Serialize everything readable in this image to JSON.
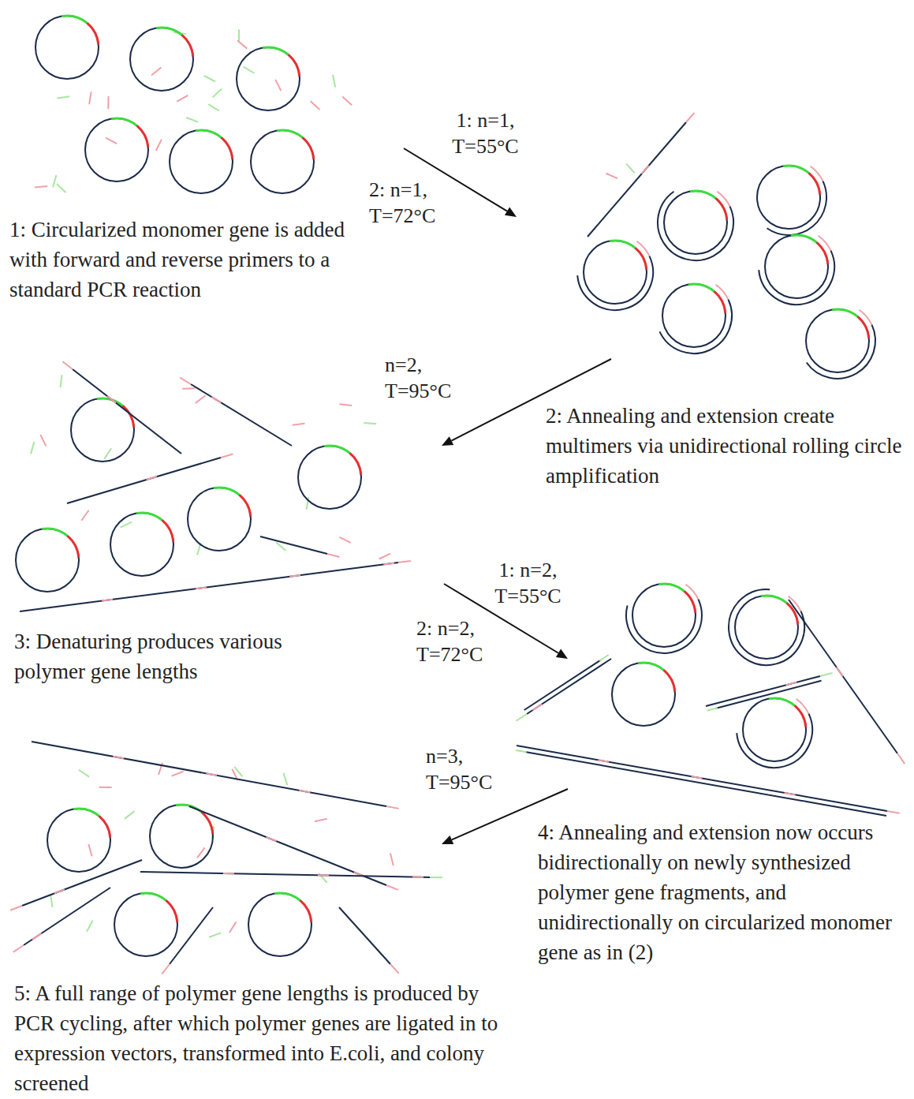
{
  "diagram": {
    "labels": [
      "1: Circularized monomer gene is added with forward and reverse primers to a standard PCR reaction",
      "1: n=1, T=55°C",
      "2: n=1, T=72°C",
      "2: Annealing and extension create multimers via unidirectional rolling circle amplification",
      "n=2, T=95°C",
      "3: Denaturing produces various polymer gene lengths",
      "1: n=2, T=55°C",
      "2: n=2, T=72°C",
      "4: Annealing and extension now occurs bidirectionally on newly synthesized polymer gene fragments, and unidirectionally on circularized monomer gene as in (2)",
      "n=3, T=95°C",
      "5: A full range of polymer gene lengths is produced by PCR cycling, after which polymer genes are ligated in to expression vectors, transformed into E.coli, and colony screened"
    ]
  }
}
